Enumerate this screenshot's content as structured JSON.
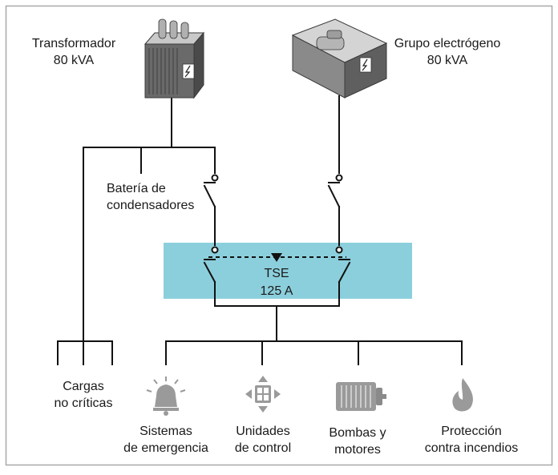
{
  "colors": {
    "frame": "#a8a8a8",
    "line": "#111111",
    "tse_box": "#8ccfdc",
    "icon_gray": "#9a9a9a",
    "equip_dark": "#5f5f5f",
    "equip_light": "#c9c9c9"
  },
  "sources": {
    "transformer": {
      "name": "Transformador",
      "rating": "80 kVA",
      "icon": "transformer-icon"
    },
    "generator": {
      "name": "Grupo electrógeno",
      "rating": "80 kVA",
      "icon": "generator-icon"
    }
  },
  "capacitor_bank": {
    "line1": "Batería de",
    "line2": "condensadores"
  },
  "tse": {
    "name": "TSE",
    "rating": "125 A"
  },
  "noncritical": {
    "line1": "Cargas",
    "line2": "no críticas"
  },
  "loads": [
    {
      "line1": "Sistemas",
      "line2": "de emergencia",
      "icon": "alarm-bell-icon"
    },
    {
      "line1": "Unidades",
      "line2": "de control",
      "icon": "control-unit-icon"
    },
    {
      "line1": "Bombas y",
      "line2": "motores",
      "icon": "motor-icon"
    },
    {
      "line1": "Protección",
      "line2": "contra incendios",
      "icon": "flame-icon"
    }
  ]
}
